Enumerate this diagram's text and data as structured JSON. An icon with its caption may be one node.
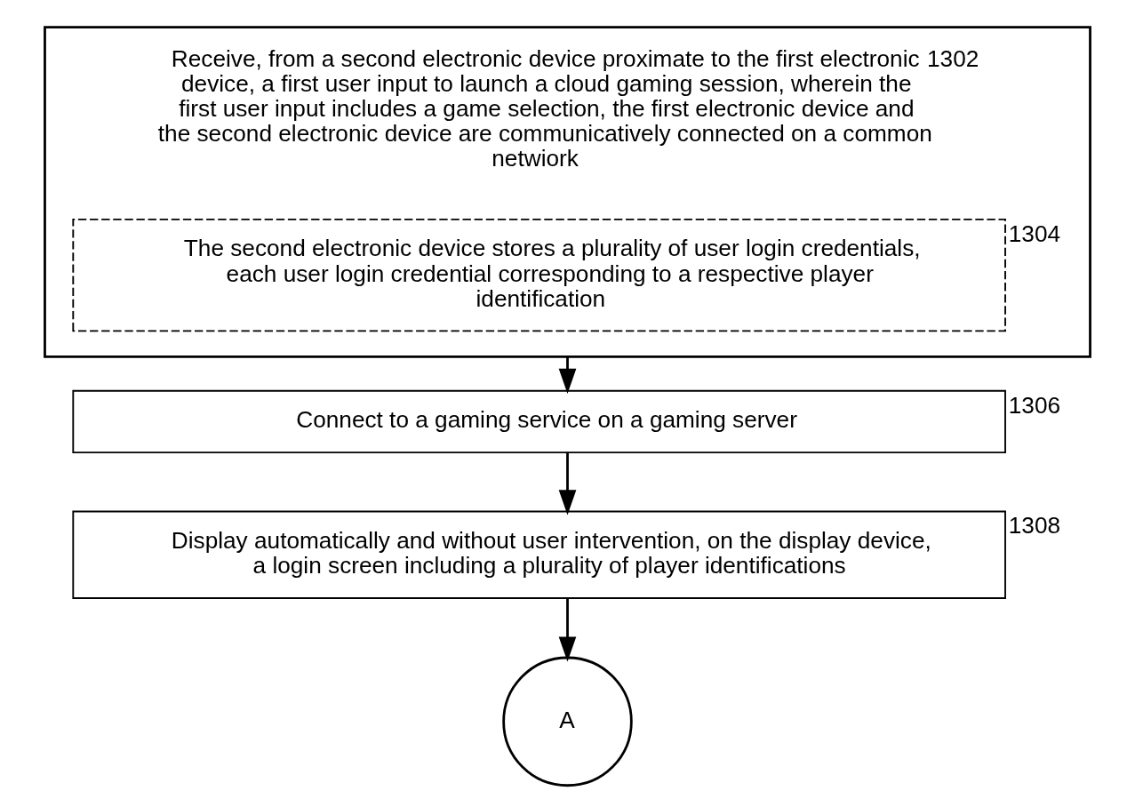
{
  "diagram": {
    "nodes": [
      {
        "text": [
          "Receive, from a second electronic device proximate to the first electronic device, a first user input to launch a cloud gaming session, wherein the first user input includes a game selection, the first electronic device and the second electronic device are communicatively connected on a common netwiork"
        ],
        "beside": [
          "1302"
        ]
      },
      {
        "text": [
          "The second electronic device stores a plurality of user login credentials, each user login credential corresponding to a respective player identification"
        ],
        "in": 0,
        "beside": [
          "1304"
        ]
      },
      {
        "text": [
          "Connect to a gaming service on a gaming server"
        ],
        "beside": [
          "1306"
        ]
      },
      {
        "text": [
          "Display automatically and without user intervention, on the display device, a login screen including a plurality of player identifications"
        ],
        "beside": [
          "1308"
        ]
      },
      {
        "text": [
          "A"
        ]
      }
    ],
    "edges": [
      {
        "from": 0,
        "to": 2,
        "arrow": "to"
      },
      {
        "from": 2,
        "to": 3,
        "arrow": "to"
      },
      {
        "from": 3,
        "to": 4,
        "arrow": "to"
      }
    ]
  }
}
